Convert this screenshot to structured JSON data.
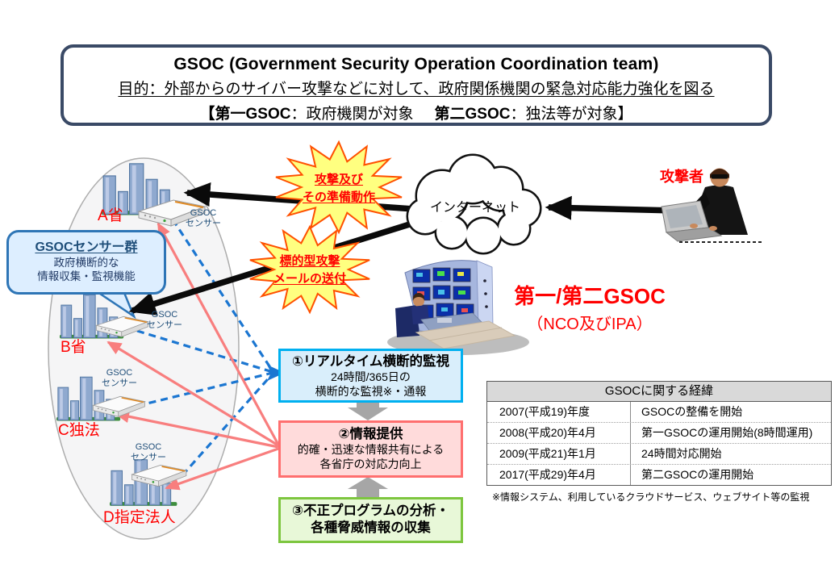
{
  "header": {
    "title": "GSOC (Government Security Operation Coordination team)",
    "purpose": "目的：外部からのサイバー攻撃などに対して、政府関係機関の緊急対応能力強化を図る",
    "scope": {
      "b1": "【第一GSOC",
      "r1": "：政府機関が対象",
      "b2": "第二GSOC",
      "r2": "：独法等が対象】"
    }
  },
  "sensor_group_callout": {
    "title": "GSOCセンサー群",
    "line1": "政府横断的な",
    "line2": "情報収集・監視機能"
  },
  "sensor_label": {
    "line1": "GSOC",
    "line2": "センサー"
  },
  "organizations": [
    {
      "label": "A省"
    },
    {
      "label": "B省"
    },
    {
      "label": "C独法"
    },
    {
      "label": "D指定法人"
    }
  ],
  "attack_bursts": [
    {
      "line1": "攻撃及び",
      "line2": "その準備動作"
    },
    {
      "line1": "標的型攻撃",
      "line2": "メールの送付"
    }
  ],
  "internet_cloud": {
    "label": "インターネット"
  },
  "attacker": {
    "label": "攻撃者"
  },
  "gsoc_team": {
    "title": "第一/第二GSOC",
    "subtitle": "（NCO及びIPA）"
  },
  "process_boxes": [
    {
      "title": "①リアルタイム横断的監視",
      "line1": "24時間/365日の",
      "line2": "横断的な監視※・通報"
    },
    {
      "title": "②情報提供",
      "line1": "的確・迅速な情報共有による",
      "line2": "各省庁の対応力向上"
    },
    {
      "line1": "③不正プログラムの分析・",
      "line2": "各種脅威情報の収集"
    }
  ],
  "history_table": {
    "title": "GSOCに関する経緯",
    "rows": [
      {
        "date": "2007(平成19)年度",
        "event": "GSOCの整備を開始"
      },
      {
        "date": "2008(平成20)年4月",
        "event": "第一GSOCの運用開始(8時間運用)"
      },
      {
        "date": "2009(平成21)年1月",
        "event": "24時間対応開始"
      },
      {
        "date": "2017(平成29)年4月",
        "event": "第二GSOCの運用開始"
      }
    ]
  },
  "footnote": "※情報システム、利用しているクラウドサービス、ウェブサイト等の監視",
  "colors": {
    "red_accent": "#FF0000",
    "title_border": "#3A4A66",
    "burst_fill": "#FFFF80",
    "burst_border": "#FF5000",
    "monitor_box_border": "#00B0F0",
    "monitor_box_bg": "#D9EEFB",
    "info_box_border": "#FF6F6F",
    "info_box_bg": "#FFDBDB",
    "analysis_box_border": "#7DC63F",
    "analysis_box_bg": "#E8F8D8",
    "callout_border": "#2E75B6",
    "callout_bg": "#DDEEFF",
    "table_header_bg": "#D9D9D9",
    "blue_dashed_line": "#1B76D1",
    "pink_arrow": "#F87E7E",
    "gray_flow_arrow": "#A6A6A6"
  }
}
